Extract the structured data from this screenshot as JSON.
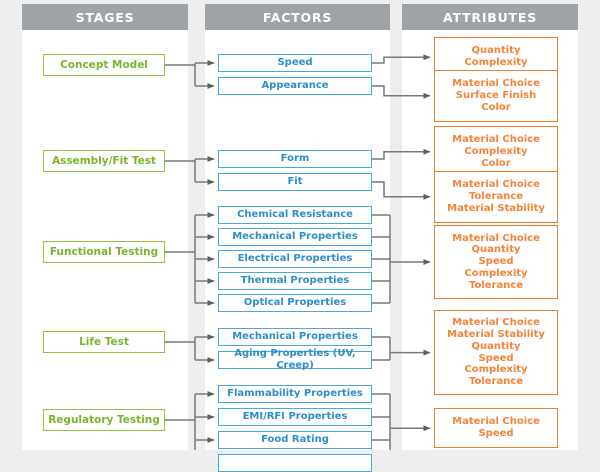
{
  "page": {
    "background_color": "#eeeeee",
    "panel_color": "#ffffff"
  },
  "colors": {
    "header_bg": "#9da3a6",
    "header_text": "#ffffff",
    "stage_border": "#8dc63f",
    "stage_text": "#7ab530",
    "factor_border": "#49a8dd",
    "factor_text": "#2d8fc9",
    "attribute_border": "#f07d28",
    "attribute_text": "#f5833a",
    "connector": "#77797b"
  },
  "columns": [
    {
      "id": "stages",
      "title": "STAGES"
    },
    {
      "id": "factors",
      "title": "FACTORS"
    },
    {
      "id": "attributes",
      "title": "ATTRIBUTES"
    }
  ],
  "rows": [
    {
      "stage": "Concept Model",
      "factors": [
        "Speed",
        "Appearance"
      ],
      "attributes": [
        "Quantity\nComplexity",
        "Material Choice\nSurface Finish\nColor"
      ]
    },
    {
      "stage": "Assembly/Fit Test",
      "factors": [
        "Form",
        "Fit"
      ],
      "attributes": [
        "Material Choice\nComplexity\nColor",
        "Material Choice\nTolerance\nMaterial Stability"
      ]
    },
    {
      "stage": "Functional Testing",
      "factors": [
        "Chemical Resistance",
        "Mechanical Properties",
        "Electrical Properties",
        "Thermal Properties",
        "Optical Properties"
      ],
      "attributes": [
        "Material Choice\nQuantity\nSpeed\nComplexity\nTolerance"
      ]
    },
    {
      "stage": "Life Test",
      "factors": [
        "Mechanical Properties",
        "Aging Properties (UV, Creep)"
      ],
      "attributes": [
        "Material Choice\nMaterial Stability\nQuantity\nSpeed\nComplexity\nTolerance"
      ]
    },
    {
      "stage": "Regulatory Testing",
      "factors": [
        "Flammability Properties",
        "EMI/RFI Properties",
        "Food Rating",
        ""
      ],
      "attributes": [
        "Material Choice\nSpeed"
      ]
    }
  ]
}
